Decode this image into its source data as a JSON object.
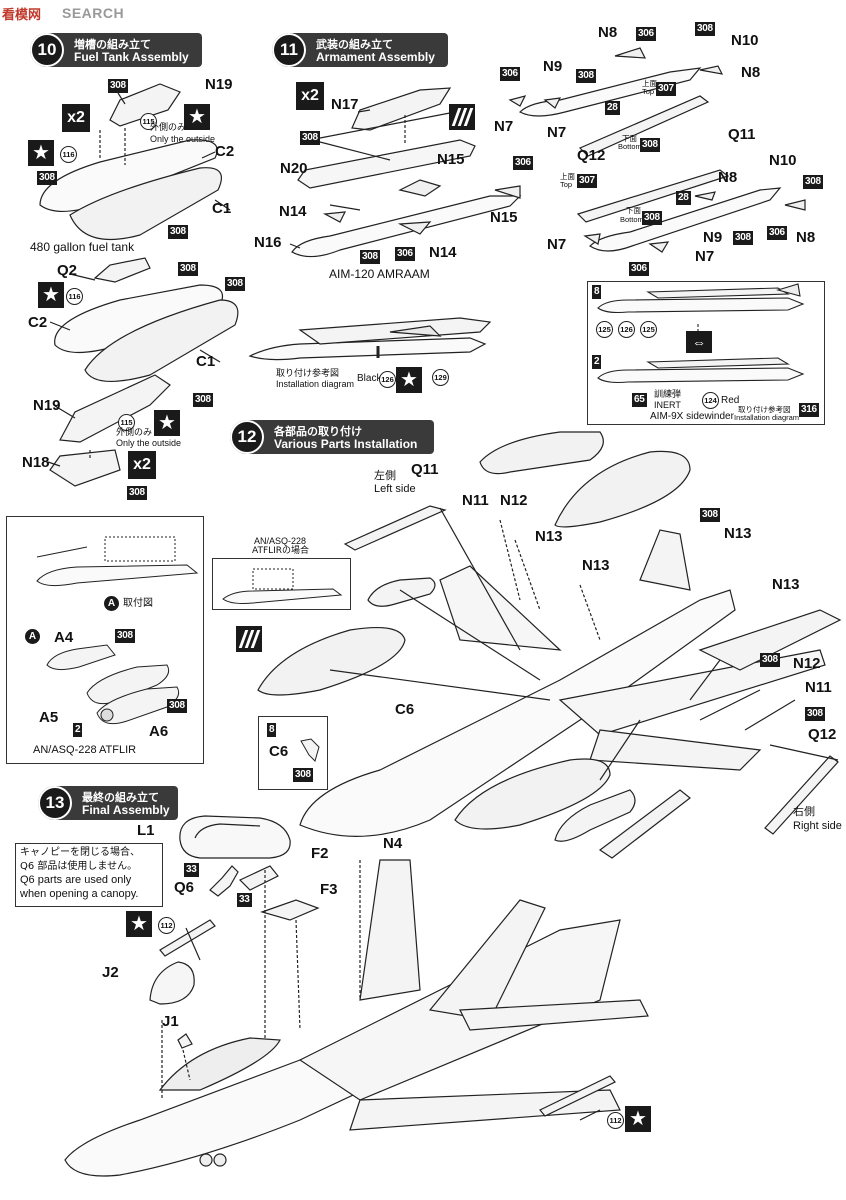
{
  "watermark": {
    "logo_text": "看模网",
    "text": "SEARCH"
  },
  "steps": [
    {
      "num": "10",
      "jp": "増槽の組み立て",
      "en": "Fuel Tank Assembly"
    },
    {
      "num": "11",
      "jp": "武装の組み立て",
      "en": "Armament Assembly"
    },
    {
      "num": "12",
      "jp": "各部品の取り付け",
      "en": "Various Parts Installation"
    },
    {
      "num": "13",
      "jp": "最終の組み立て",
      "en": "Final Assembly"
    }
  ],
  "colors": {
    "c308": "308",
    "c306": "306",
    "c307": "307",
    "c28": "28",
    "c8": "8",
    "c2": "2",
    "c65": "65",
    "c316": "316",
    "c33": "33"
  },
  "circles": {
    "c116": "116",
    "c115": "115",
    "c125": "125",
    "c126": "126",
    "c129": "129",
    "c124": "124",
    "c112": "112"
  },
  "x2": "x2",
  "fuel_tank": {
    "only_outside_jp": "外側のみ",
    "only_outside_en": "Only the outside",
    "caption": "480 gallon fuel tank",
    "parts": {
      "N19": "N19",
      "C2": "C2",
      "C1": "C1",
      "Q2": "Q2",
      "N18": "N18"
    }
  },
  "armament": {
    "parts": {
      "N17": "N17",
      "N20": "N20",
      "N15": "N15",
      "N14": "N14",
      "N16": "N16",
      "N8": "N8",
      "N10": "N10",
      "N9": "N9",
      "N7": "N7",
      "Q11": "Q11",
      "Q12": "Q12"
    },
    "aim120": "AIM-120 AMRAAM",
    "install_jp": "取り付け参考図",
    "install_en": "Installation diagram",
    "black": "Black",
    "top_jp": "上面",
    "top_en": "Top",
    "bottom_jp": "下面",
    "bottom_en": "Bottom",
    "inert_jp": "訓練弾",
    "inert_en": "INERT",
    "red": "Red",
    "aim9x": "AIM-9X sidewinder"
  },
  "various": {
    "left_jp": "左側",
    "left_en": "Left side",
    "right_jp": "右側",
    "right_en": "Right side",
    "atflir_case_line1": "AN/ASQ-228",
    "atflir_case_line2": "ATFLIRの場合",
    "parts": {
      "Q11": "Q11",
      "N11": "N11",
      "N12": "N12",
      "N13": "N13",
      "C6": "C6",
      "Q12": "Q12"
    }
  },
  "atflir_box": {
    "marker": "A",
    "marker_caption": "取付図",
    "caption": "AN/ASQ-228 ATFLIR",
    "parts": {
      "A4": "A4",
      "A5": "A5",
      "A6": "A6"
    }
  },
  "final": {
    "note_jp_1": "キャノピーを閉じる場合、",
    "note_jp_2": "Q6 部品は使用しません。",
    "note_en_1": "Q6 parts are used only",
    "note_en_2": "when opening a canopy.",
    "parts": {
      "L1": "L1",
      "Q6": "Q6",
      "F2": "F2",
      "F3": "F3",
      "N4": "N4",
      "J2": "J2",
      "J1": "J1"
    }
  }
}
